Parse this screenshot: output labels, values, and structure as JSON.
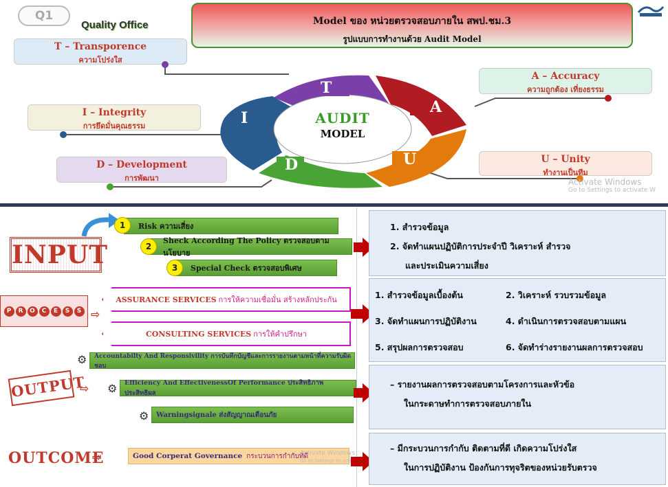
{
  "top": {
    "q_badge": "Q1",
    "quality_office": "Quality Office",
    "title_line1": "Model ของ หน่วยตรวจสอบภายใน  สพป.ชม.3",
    "title_line2": "รูปแบบการทำงานด้วย Audit Model",
    "center_line1": "AUDIT",
    "center_line2": "MODEL",
    "segments": {
      "t": "T",
      "a": "A",
      "u": "U",
      "d": "D",
      "i": "I"
    },
    "labels": {
      "t": {
        "en": "T – Transporence",
        "th": "ความโปร่งใส"
      },
      "i": {
        "en": "I – Integrity",
        "th": "การยึดมั่นคุณธรรม"
      },
      "d": {
        "en": "D – Development",
        "th": "การพัฒนา"
      },
      "a": {
        "en": "A – Accuracy",
        "th": "ความถูกต้อง เที่ยงธรรม"
      },
      "u": {
        "en": "U – Unity",
        "th": "ทำงานเป็นทีม"
      }
    },
    "colors": {
      "t": "#7a3fa8",
      "a": "#b01c22",
      "u": "#e27a0c",
      "d": "#4aa335",
      "i": "#2a5b8e"
    },
    "watermark_line1": "Activate Windows",
    "watermark_line2": "Go to Settings to activate W"
  },
  "bottom": {
    "input_word": "INPUT",
    "output_word": "OUTPUT",
    "outcome_word": "OUTCOME",
    "process_letters": [
      "P",
      "R",
      "O",
      "C",
      "E",
      "S",
      "S"
    ],
    "input_items": [
      {
        "num": "1",
        "label": "Risk ความเสี่ยง"
      },
      {
        "num": "2",
        "label": "Sheck According The Policy ตรวจสอบตามนโยบาย"
      },
      {
        "num": "3",
        "label": "Special Check  ตรวจสอบพิเศษ"
      }
    ],
    "assurance_label": "ASSURANCE SERVICES",
    "assurance_th": "การให้ความเชื่อมั่น สร้างหลักประกัน",
    "consulting_label": "CONSULTING  SERVICES",
    "consulting_th": "การให้คำปรึกษา",
    "output_items": [
      "Accountabilty And Responsivility  การบันทึกบัญชีและการรายงานตามหน้าที่ความรับผิดชอบ",
      "Efficiency And EffectivenessOf Performance  ประสิทธิภาพ ประสิทธิผล",
      "Warningsignale   ส่งสัญญาณเตือนภัย"
    ],
    "outcome_label": "Good Corperat Governance",
    "outcome_th": "กระบวนการกำกับที่ดี",
    "watermark_line1": "Activate Windows",
    "watermark_line2": "Go to Settings to activate",
    "panel1": [
      "1.  สำรวจข้อมูล",
      "2.  จัดทำแผนปฏิบัติการประจำปี วิเคราะห์ สำรวจ",
      "และประเมินความเสี่ยง"
    ],
    "panel2": [
      "1. สำรวจข้อมูลเบื้องต้น",
      "2. วิเคราะห์ รวบรวมข้อมูล",
      "3. จัดทำแผนการปฏิบัติงาน",
      "4. ดำเนินการตรวจสอบตามแผน",
      "5. สรุปผลการตรวจสอบ",
      "6. จัดทำร่างรายงานผลการตรวจสอบ"
    ],
    "panel3": [
      "–   รายงานผลการตรวจสอบตามโครงการและหัวข้อ",
      "ในกระดาษทำการตรวจสอบภายใน"
    ],
    "panel4": [
      "–   มีกระบวนการกำกับ ติดตามที่ดี เกิดความโปร่งใส",
      "ในการปฏิบัติงาน ป้องกันการทุจริตของหน่วยรับตรวจ"
    ]
  }
}
